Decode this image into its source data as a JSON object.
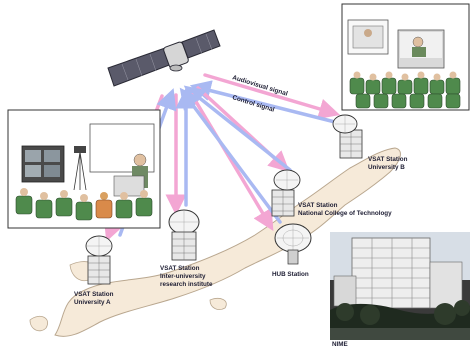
{
  "signals": {
    "audiovisual": "Audiovisual signal",
    "control": "Control signal"
  },
  "stations": {
    "university_b": {
      "line1": "VSAT Station",
      "line2": "University B"
    },
    "national_college": {
      "line1": "VSAT Station",
      "line2": "National College of Technology"
    },
    "inter_university": {
      "line1": "VSAT Station",
      "line2": "Inter-university",
      "line3": "research institute"
    },
    "university_a": {
      "line1": "VSAT Station",
      "line2": "University A"
    },
    "hub": {
      "line1": "HUB Station"
    }
  },
  "photo_caption": "NIME",
  "colors": {
    "audiovisual_arrow": "#f3a6d3",
    "control_arrow": "#a9b9f2",
    "land": "#f6ead9",
    "land_outline": "#b9a78f",
    "seats": "#4f8a4c"
  }
}
